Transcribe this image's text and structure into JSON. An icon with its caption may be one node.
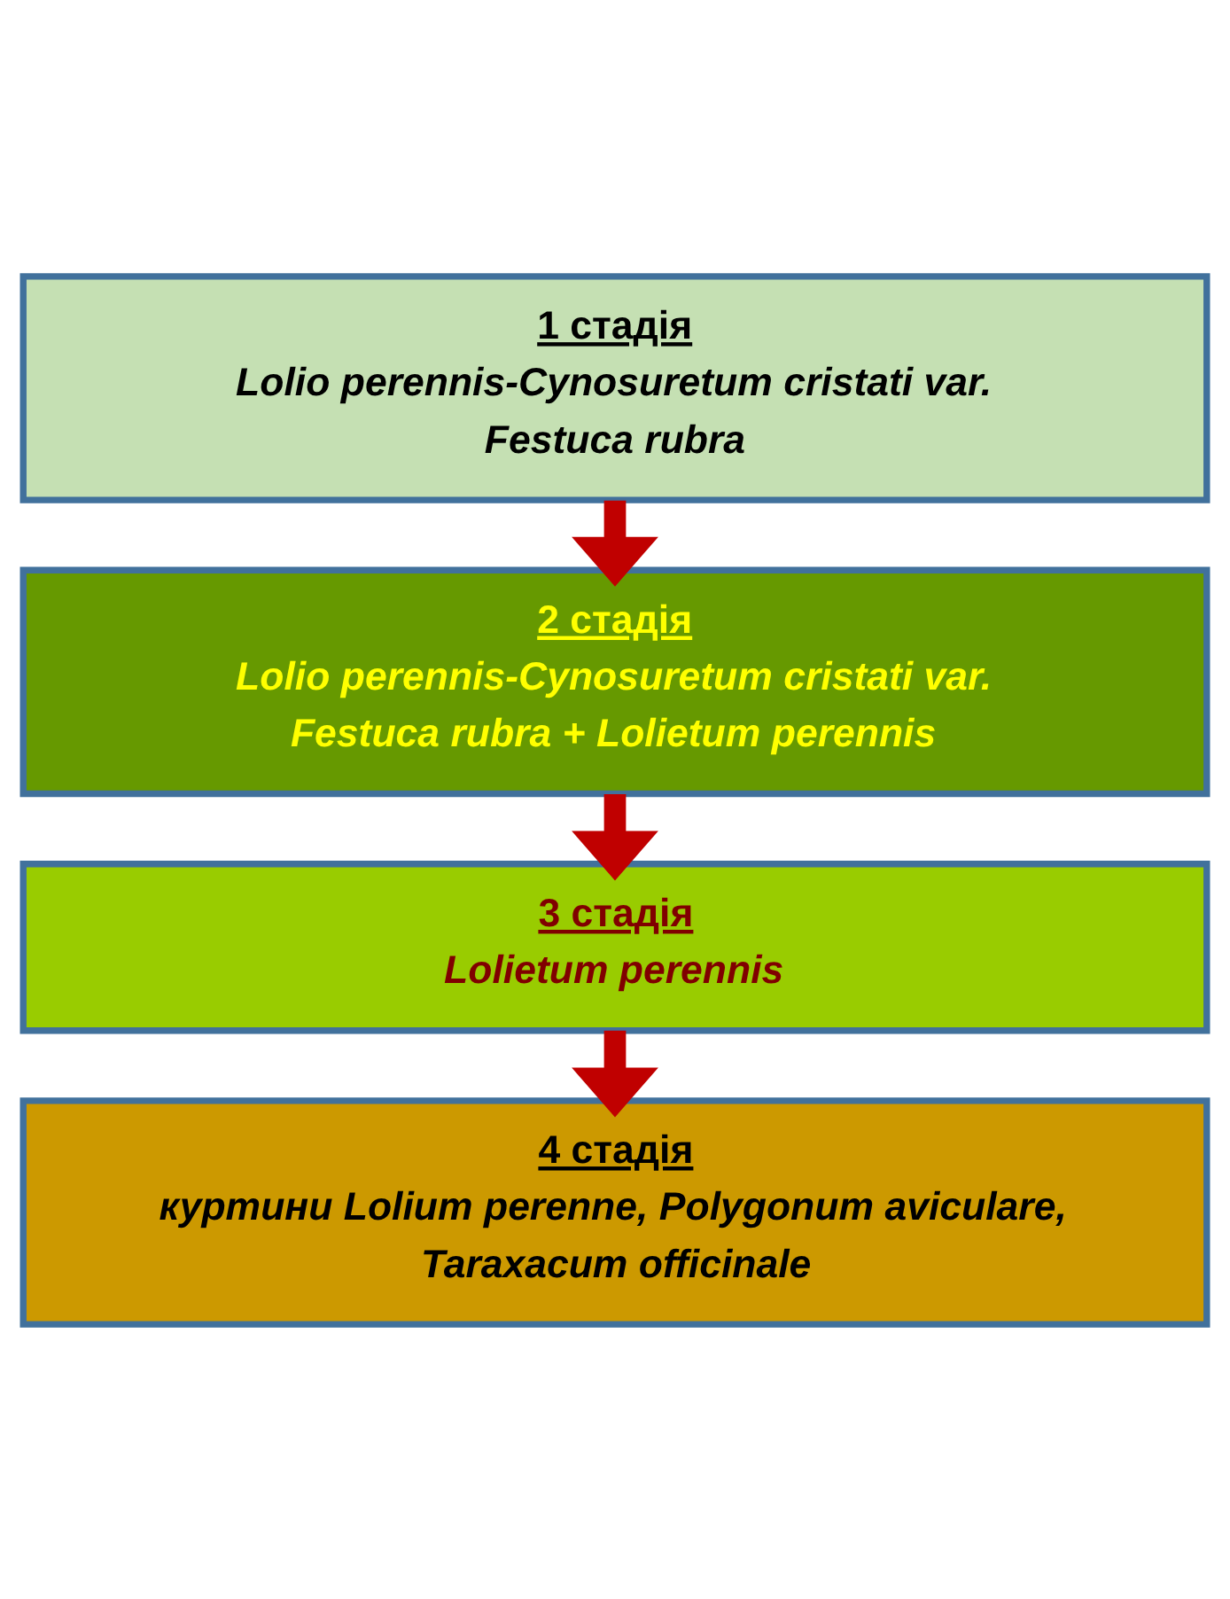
{
  "diagram": {
    "nodes": [
      {
        "text": [
          "1 стадія",
          "Lolio perennis-Cynosuretum cristati var. Festuca rubra"
        ]
      },
      {
        "text": [
          "2 стадія",
          "Lolio perennis-Cynosuretum cristati var. Festuca rubra + Lolietum perennis"
        ]
      },
      {
        "text": [
          "3 стадія",
          "Lolietum perennis"
        ]
      },
      {
        "text": [
          "4 стадія",
          "куртини Lolium perenne, Polygonum aviculare, Taraxacum officinale"
        ]
      }
    ],
    "edges": [
      {
        "from": 0,
        "to": 1,
        "arrow": "to"
      },
      {
        "from": 1,
        "to": 2,
        "arrow": "to"
      },
      {
        "from": 2,
        "to": 3,
        "arrow": "to"
      }
    ]
  }
}
